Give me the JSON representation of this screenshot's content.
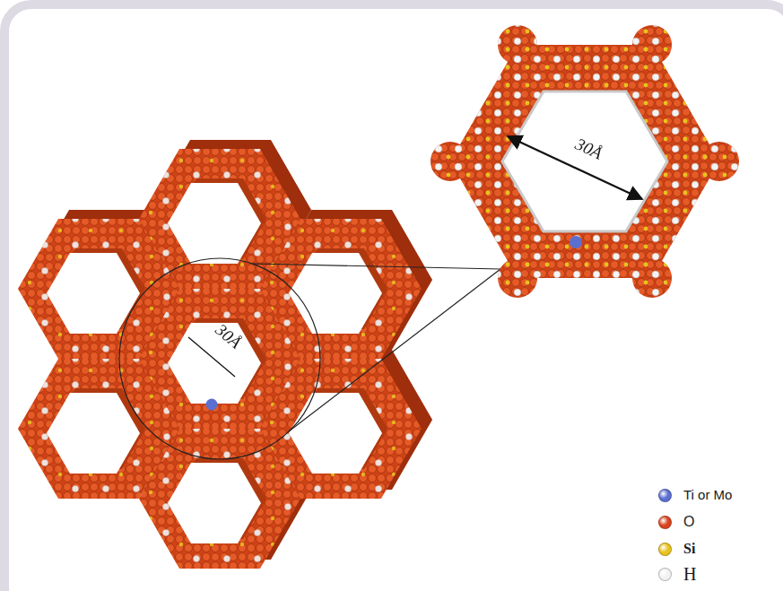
{
  "diagram": {
    "labels": [
      "30Å",
      "30Å"
    ],
    "legend": [
      {
        "text": "Ti or Mo",
        "color": "#5b6fd1"
      },
      {
        "text": "O",
        "color": "#d8431c"
      },
      {
        "text": "Si",
        "color": "#e8c21e"
      },
      {
        "text": "H",
        "color": "#f2f2f2"
      }
    ]
  }
}
